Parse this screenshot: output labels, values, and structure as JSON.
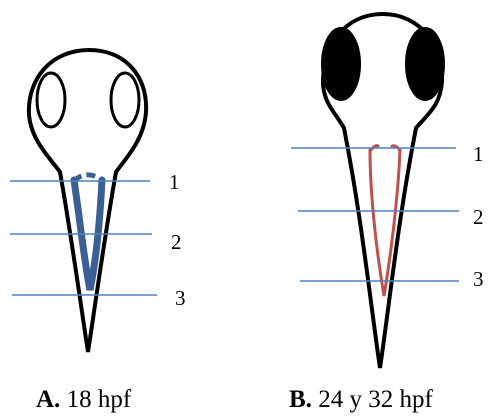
{
  "panels": [
    {
      "caption_letter": "A.",
      "caption_text": "18 hpf",
      "line_labels": [
        "1",
        "2",
        "3"
      ],
      "tube_color": "#3a5f93",
      "eyes_filled": false
    },
    {
      "caption_letter": "B.",
      "caption_text": "24 y 32 hpf",
      "line_labels": [
        "1",
        "2",
        "3"
      ],
      "tube_color": "#c0504d",
      "eyes_filled": true
    }
  ],
  "colors": {
    "outline": "#000000",
    "section_line": "#4f81bd"
  }
}
